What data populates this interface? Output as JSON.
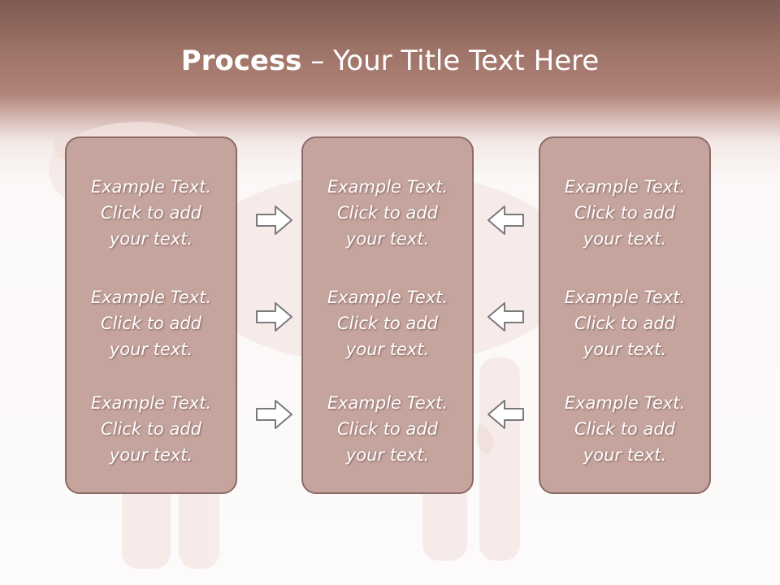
{
  "slide": {
    "title_bold": "Process",
    "title_rest": " – Your Title Text Here"
  },
  "panels": [
    {
      "blocks": [
        {
          "line1": "Example Text.",
          "line2": "Click  to add",
          "line3": "your text."
        },
        {
          "line1": "Example Text.",
          "line2": "Click  to add",
          "line3": "your text."
        },
        {
          "line1": "Example Text.",
          "line2": "Click  to add",
          "line3": "your text."
        }
      ]
    },
    {
      "blocks": [
        {
          "line1": "Example Text.",
          "line2": "Click  to add",
          "line3": "your text."
        },
        {
          "line1": "Example Text.",
          "line2": "Click  to add",
          "line3": "your text."
        },
        {
          "line1": "Example Text.",
          "line2": "Click  to add",
          "line3": "your text."
        }
      ]
    },
    {
      "blocks": [
        {
          "line1": "Example Text.",
          "line2": "Click  to add",
          "line3": "your text."
        },
        {
          "line1": "Example Text.",
          "line2": "Click  to add",
          "line3": "your text."
        },
        {
          "line1": "Example Text.",
          "line2": "Click  to add",
          "line3": "your text."
        }
      ]
    }
  ],
  "arrows": {
    "left_column": [
      "right-arrow-icon",
      "right-arrow-icon",
      "right-arrow-icon"
    ],
    "right_column": [
      "left-arrow-icon",
      "left-arrow-icon",
      "left-arrow-icon"
    ]
  },
  "colors": {
    "header": "#9d7267",
    "panel_fill": "#c5a49d",
    "panel_border": "#8c6a66",
    "arrow_fill": "#ffffff",
    "arrow_stroke": "#7a7a7a"
  }
}
